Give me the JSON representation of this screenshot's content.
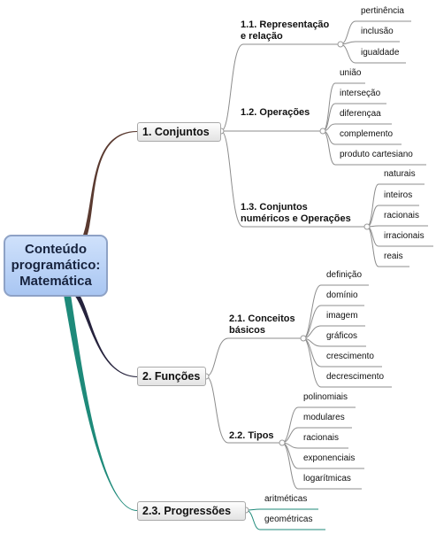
{
  "root": {
    "line1": "Conteúdo",
    "line2": "programático:",
    "line3": "Matemática"
  },
  "conjuntos": {
    "label": "1. Conjuntos",
    "rel": {
      "line1": "1.1. Representação",
      "line2": "e relação",
      "leaves": [
        "pertinência",
        "inclusão",
        "igualdade"
      ]
    },
    "ops": {
      "label": "1.2. Operações",
      "leaves": [
        "união",
        "interseção",
        "diferençaa",
        "complemento",
        "produto cartesiano"
      ]
    },
    "num": {
      "line1": "1.3. Conjuntos",
      "line2": "numéricos e Operações",
      "leaves": [
        "naturais",
        "inteiros",
        "racionais",
        "irracionais",
        "reais"
      ]
    }
  },
  "funcoes": {
    "label": "2. Funções",
    "basicos": {
      "line1": "2.1. Conceitos",
      "line2": "básicos",
      "leaves": [
        "definição",
        "domínio",
        "imagem",
        "gráficos",
        "crescimento",
        "decrescimento"
      ]
    },
    "tipos": {
      "label": "2.2. Tipos",
      "leaves": [
        "polinomiais",
        "modulares",
        "racionais",
        "exponenciais",
        "logarítmicas"
      ]
    }
  },
  "progressoes": {
    "label": "2.3. Progressões",
    "leaves": [
      "aritméticas",
      "geométricas"
    ]
  },
  "colors": {
    "conjuntos": "#5a3a30",
    "funcoes": "#26233d",
    "progressoes": "#1e8a7a",
    "connector": "#8c8c8c"
  }
}
